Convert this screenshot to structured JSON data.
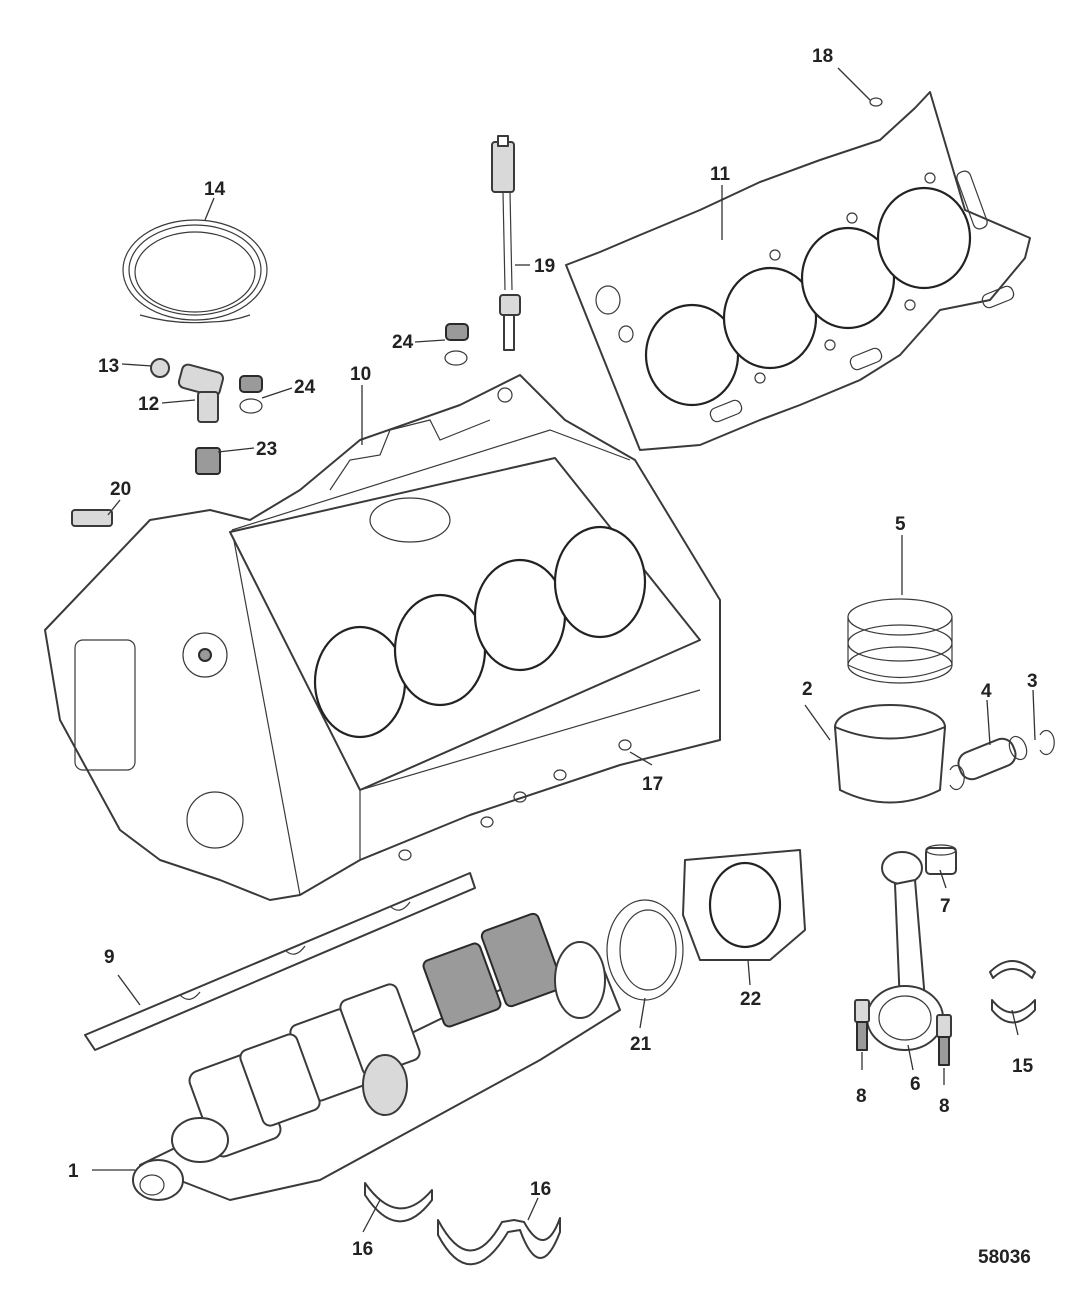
{
  "figure_number": "58036",
  "callouts": {
    "c1": "1",
    "c2": "2",
    "c3": "3",
    "c4": "4",
    "c5": "5",
    "c6": "6",
    "c7": "7",
    "c8a": "8",
    "c8b": "8",
    "c9": "9",
    "c10": "10",
    "c11": "11",
    "c12": "12",
    "c13": "13",
    "c14": "14",
    "c15": "15",
    "c16a": "16",
    "c16b": "16",
    "c17": "17",
    "c18": "18",
    "c19": "19",
    "c20": "20",
    "c21": "21",
    "c22": "22",
    "c23": "23",
    "c24a": "24",
    "c24b": "24"
  },
  "colors": {
    "line": "#333333",
    "shade": "#d9d9d9",
    "dark": "#9a9a9a"
  }
}
